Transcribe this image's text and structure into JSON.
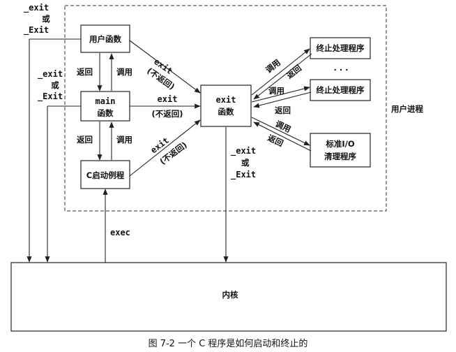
{
  "process_label": "用户进程",
  "boxes": {
    "user_func": "用户函数",
    "main_line1": "main",
    "main_line2": "函数",
    "c_startup": "C启动例程",
    "exit_line1": "exit",
    "exit_line2": "函数",
    "handler1": "终止处理程序",
    "handler2": "终止处理程序",
    "stdio_line1": "标准I/O",
    "stdio_line2": "清理程序",
    "kernel": "内核"
  },
  "labels": {
    "exit_top_1": "_exit",
    "exit_top_2": "或",
    "exit_top_3": "_Exit",
    "exit_mid_1": "_exit",
    "exit_mid_2": "或",
    "exit_mid_3": "_Exit",
    "return_1": "返回",
    "call_1": "调用",
    "return_2": "返回",
    "call_2": "调用",
    "exit_user_1": "exit",
    "exit_user_2": "(不返回)",
    "exit_main_1": "exit",
    "exit_main_2": "(不返回)",
    "exit_cstart_1": "exit",
    "exit_cstart_2": "(不返回)",
    "h1_call": "调用",
    "h1_return": "返回",
    "h2_call": "调用",
    "h2_return": "返回",
    "h3_call": "调用",
    "h3_return": "返回",
    "dots": "·   ·   ·",
    "exit_down_1": "_exit",
    "exit_down_2": "或",
    "exit_down_3": "_Exit",
    "exec": "exec"
  },
  "caption": "图 7-2   一个 C 程序是如何启动和终止的"
}
